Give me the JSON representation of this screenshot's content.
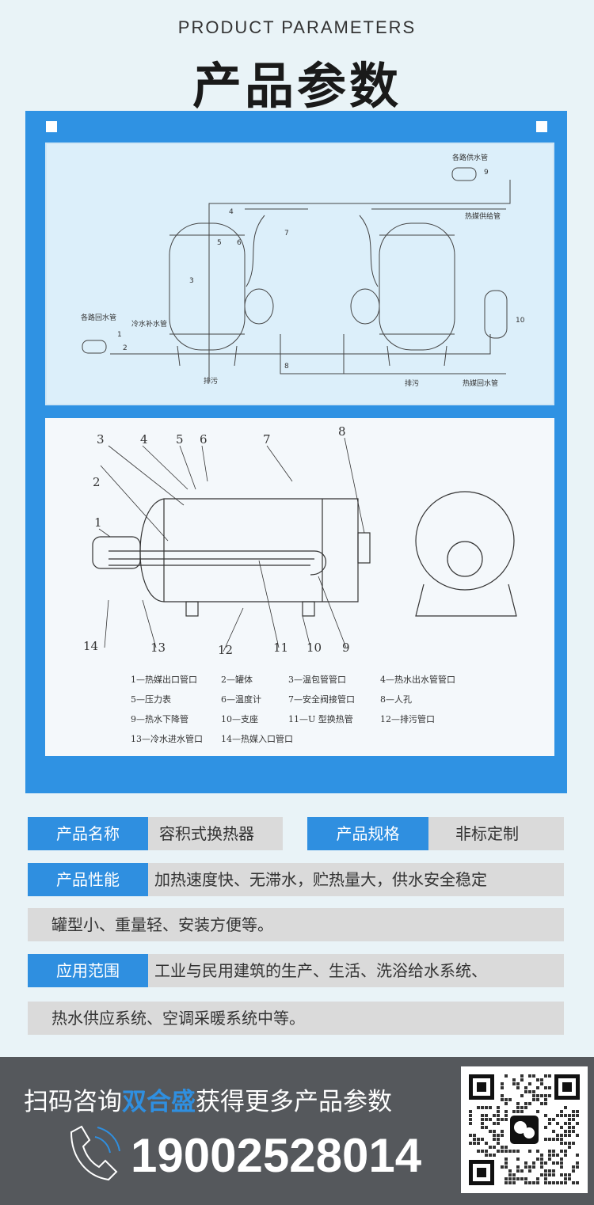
{
  "header": {
    "subtitle": "PRODUCT PARAMETERS",
    "title": "产品参数"
  },
  "system_diagram": {
    "labels": {
      "supply": "各路供水管",
      "heat_supply": "热媒供给管",
      "return": "各路回水管",
      "cold": "冷水补水管",
      "drain1": "排污",
      "drain2": "排污",
      "heat_return": "热媒回水管"
    },
    "numbers": [
      "1",
      "2",
      "3",
      "4",
      "5",
      "6",
      "7",
      "8",
      "9",
      "10"
    ]
  },
  "tank_diagram": {
    "numbers": [
      "1",
      "2",
      "3",
      "4",
      "5",
      "6",
      "7",
      "8",
      "9",
      "10",
      "11",
      "12",
      "13",
      "14"
    ],
    "legend": [
      "1—热媒出口管口",
      "2—罐体",
      "3—温包管管口",
      "4—热水出水管管口",
      "5—压力表",
      "6—温度计",
      "7—安全阀接管口",
      "8—人孔",
      "9—热水下降管",
      "10—支座",
      "11—U 型换热管",
      "12—排污管口",
      "13—冷水进水管口",
      "14—热媒入口管口"
    ]
  },
  "params": {
    "name_label": "产品名称",
    "name_value": "容积式换热器",
    "spec_label": "产品规格",
    "spec_value": "非标定制",
    "perf_label": "产品性能",
    "perf_value": "加热速度快、无滞水，贮热量大，供水安全稳定",
    "perf_value2": "罐型小、重量轻、安装方便等。",
    "app_label": "应用范围",
    "app_value": "工业与民用建筑的生产、生活、洗浴给水系统、",
    "app_value2": "热水供应系统、空调采暖系统中等。"
  },
  "banner": {
    "slogan_pre": "扫码咨询",
    "brand": "双合盛",
    "slogan_post": "获得更多产品参数",
    "phone": "19002528014"
  },
  "colors": {
    "accent": "#2f8fe0",
    "banner": "#55585c"
  }
}
